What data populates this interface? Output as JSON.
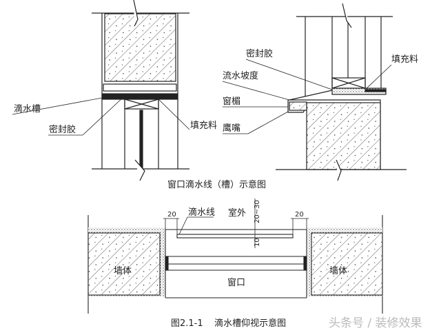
{
  "top_left": {
    "labels": {
      "drip_groove": "滴水槽",
      "sealant": "密封胶",
      "filler": "填充料"
    }
  },
  "top_right": {
    "labels": {
      "sealant": "密封胶",
      "filler": "填充料",
      "drain_slope": "流水坡度",
      "lintel": "窗楣",
      "eagle_beak": "鹰嘴"
    }
  },
  "top_caption": "窗口滴水线（槽）示意图",
  "bottom": {
    "dim_left": "20",
    "dim_right": "20",
    "drip_line": "滴水线",
    "outdoor": "室外",
    "dim_depth": "20~30",
    "dim_width": "10",
    "wall_left": "墙体",
    "wall_right": "墙体",
    "window_opening": "窗口"
  },
  "bottom_caption": "图2.1-1    滴水槽仰视示意图",
  "watermark": "头条号 / 装修效果"
}
